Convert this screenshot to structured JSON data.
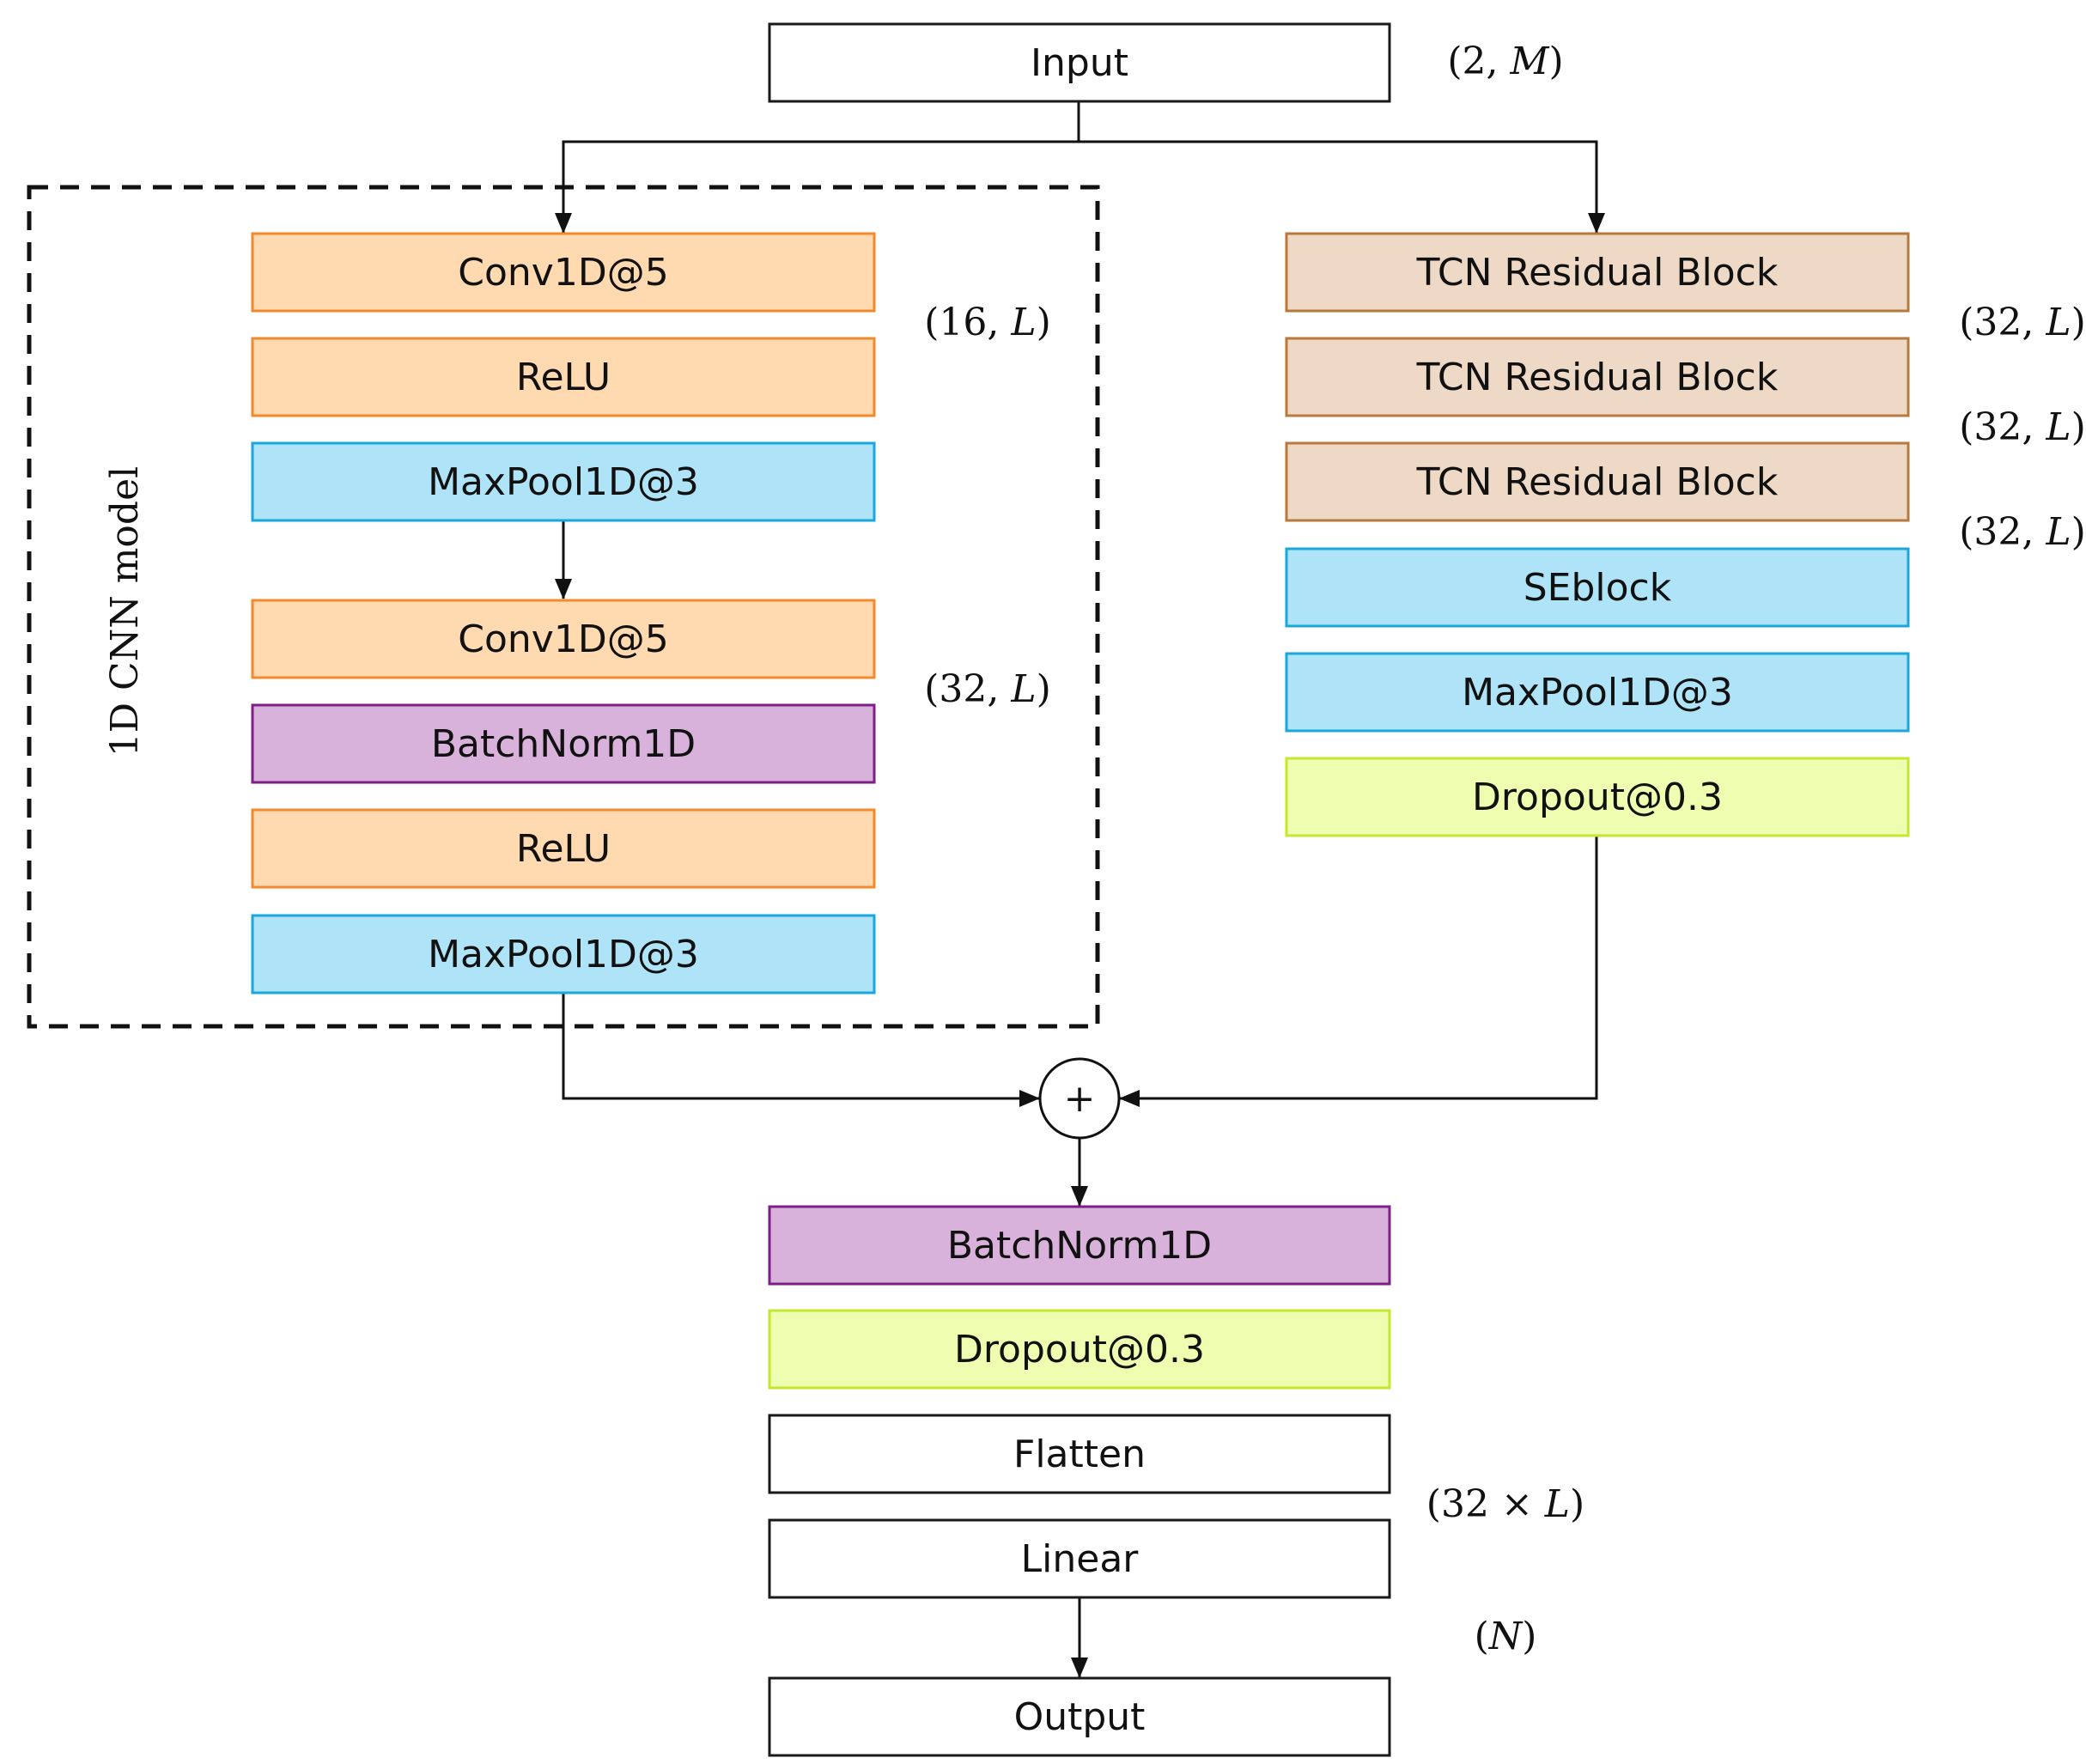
{
  "group": {
    "label": "1D CNN model"
  },
  "blocks": {
    "input": {
      "label": "Input",
      "kind": "io"
    },
    "cnn_conv1": {
      "label": "Conv1D@5",
      "kind": "conv"
    },
    "cnn_relu1": {
      "label": "ReLU",
      "kind": "conv"
    },
    "cnn_pool1": {
      "label": "MaxPool1D@3",
      "kind": "pool"
    },
    "cnn_conv2": {
      "label": "Conv1D@5",
      "kind": "conv"
    },
    "cnn_bn": {
      "label": "BatchNorm1D",
      "kind": "norm"
    },
    "cnn_relu2": {
      "label": "ReLU",
      "kind": "conv"
    },
    "cnn_pool2": {
      "label": "MaxPool1D@3",
      "kind": "pool"
    },
    "tcn1": {
      "label": "TCN Residual Block",
      "kind": "tcn"
    },
    "tcn2": {
      "label": "TCN Residual Block",
      "kind": "tcn"
    },
    "tcn3": {
      "label": "TCN Residual Block",
      "kind": "tcn"
    },
    "se": {
      "label": "SEblock",
      "kind": "pool"
    },
    "tcn_pool": {
      "label": "MaxPool1D@3",
      "kind": "pool"
    },
    "tcn_dropout": {
      "label": "Dropout@0.3",
      "kind": "dropout"
    },
    "bn": {
      "label": "BatchNorm1D",
      "kind": "norm"
    },
    "dropout": {
      "label": "Dropout@0.3",
      "kind": "dropout"
    },
    "flatten": {
      "label": "Flatten",
      "kind": "io"
    },
    "linear": {
      "label": "Linear",
      "kind": "io"
    },
    "output": {
      "label": "Output",
      "kind": "io"
    }
  },
  "sum_node": {
    "symbol": "+"
  },
  "dims": {
    "input": {
      "prefix": "(2, ",
      "math": "M",
      "suffix": ")"
    },
    "cnn_stage1": {
      "prefix": "(16, ",
      "math": "L",
      "suffix": ")"
    },
    "cnn_stage2": {
      "prefix": "(32, ",
      "math": "L",
      "suffix": ")"
    },
    "tcn1": {
      "prefix": "(32, ",
      "math": "L",
      "suffix": ")"
    },
    "tcn2": {
      "prefix": "(32, ",
      "math": "L",
      "suffix": ")"
    },
    "tcn3": {
      "prefix": "(32, ",
      "math": "L",
      "suffix": ")"
    },
    "flat": {
      "prefix": "(32 × ",
      "math": "L",
      "suffix": ")"
    },
    "out": {
      "prefix": "(",
      "math": "N",
      "suffix": ")"
    }
  },
  "colors": {
    "io": {
      "fill": "#ffffff",
      "stroke": "#1a1a1a"
    },
    "conv": {
      "fill": "#ffd9b0",
      "stroke": "#f08a2c"
    },
    "pool": {
      "fill": "#aee3f8",
      "stroke": "#1aa7dd"
    },
    "norm": {
      "fill": "#d8b2da",
      "stroke": "#7d1f86"
    },
    "tcn": {
      "fill": "#eed9c6",
      "stroke": "#b8793d"
    },
    "dropout": {
      "fill": "#eefdb0",
      "stroke": "#c2e82f"
    }
  }
}
